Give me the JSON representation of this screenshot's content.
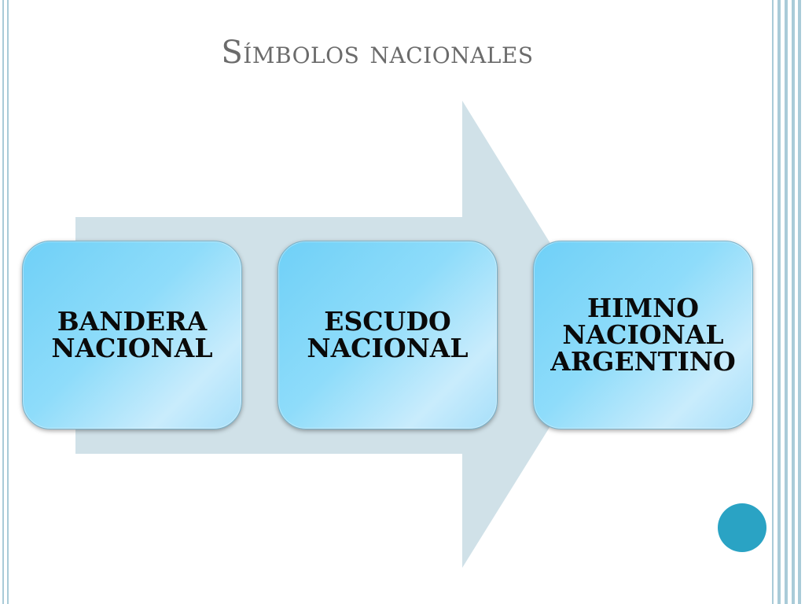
{
  "slide": {
    "title": "Símbolos nacionales"
  },
  "diagram": {
    "items": [
      {
        "label": "BANDERA\nNACIONAL"
      },
      {
        "label": "ESCUDO\nNACIONAL"
      },
      {
        "label": "HIMNO\nNACIONAL\nARGENTINO"
      }
    ]
  },
  "colors": {
    "arrow": "#d0e1e8",
    "box_fill": "#8edcfa",
    "border_lines": "#a9cbd8",
    "accent_dot": "#2aa3c4",
    "title_text": "#6b6b6b"
  }
}
